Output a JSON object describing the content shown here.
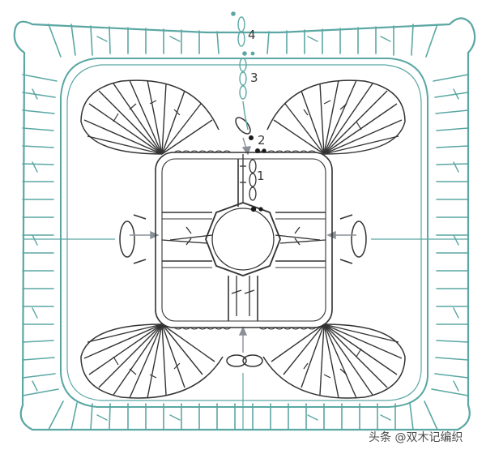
{
  "diagram": {
    "round_labels": [
      "1",
      "2",
      "3",
      "4"
    ],
    "watermark": "头条 @双木记编织",
    "colors": {
      "stitch_dark": "#333333",
      "stitch_teal": "#5aa7a3",
      "arrow": "#8a8f98",
      "start_dot": "#1a1a1a",
      "background": "#ffffff"
    }
  }
}
